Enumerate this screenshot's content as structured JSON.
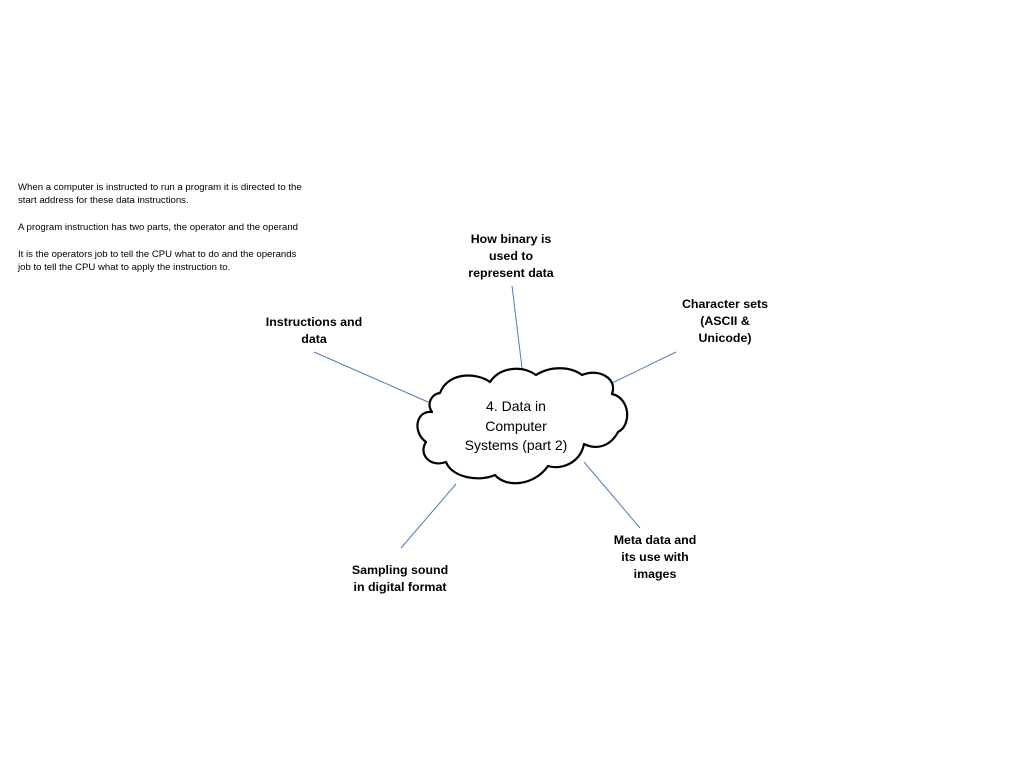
{
  "center": {
    "line1": "4. Data in",
    "line2": "Computer",
    "line3": "Systems (part 2)"
  },
  "branches": {
    "binary": {
      "line1": "How binary is",
      "line2": "used to",
      "line3": "represent data"
    },
    "charsets": {
      "line1": "Character sets",
      "line2": "(ASCII &",
      "line3": "Unicode)"
    },
    "instructions": {
      "line1": "Instructions and",
      "line2": "data"
    },
    "metadata": {
      "line1": "Meta data and",
      "line2": "its use with",
      "line3": "images"
    },
    "sampling": {
      "line1": "Sampling sound",
      "line2": "in digital format"
    }
  },
  "note": {
    "p1": "When a computer is instructed to run a program it is directed to the start address for these data instructions.",
    "p2": "A program instruction has two parts, the operator and the operand",
    "p3": "It is the operators job to tell the CPU what to do and the operands job to tell the CPU what to apply the instruction to."
  },
  "colors": {
    "connector": "#4a7ebb",
    "outline": "#000000"
  }
}
